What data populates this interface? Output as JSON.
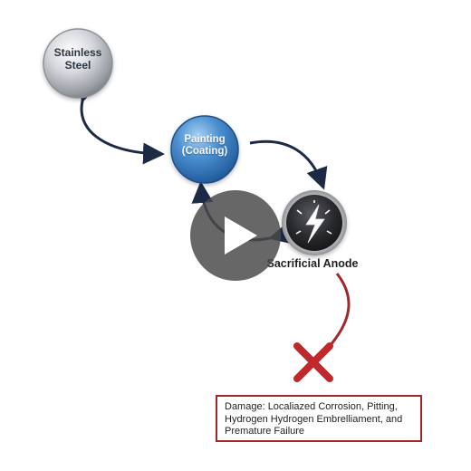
{
  "nodes": {
    "stainless_steel": "Stainless\nSteel",
    "painting": "Painting\n(Coating)",
    "sacrificial_anode": "Sacrificial Anode"
  },
  "damage": {
    "text": "Damage: Localiazed Corrosion, Pitting, Hydrogen Hydrogen Embrelliament, and Premature Failure"
  },
  "icons": {
    "anode_symbol": "lightning-bolt",
    "failure_mark": "red-x",
    "player_control": "play"
  },
  "colors": {
    "arrow": "#1c2a45",
    "failure": "#c0282b",
    "coating_blue": "#3f86c9",
    "steel_silver": "#c9ccd0",
    "anode_dark": "#2f2f33"
  }
}
